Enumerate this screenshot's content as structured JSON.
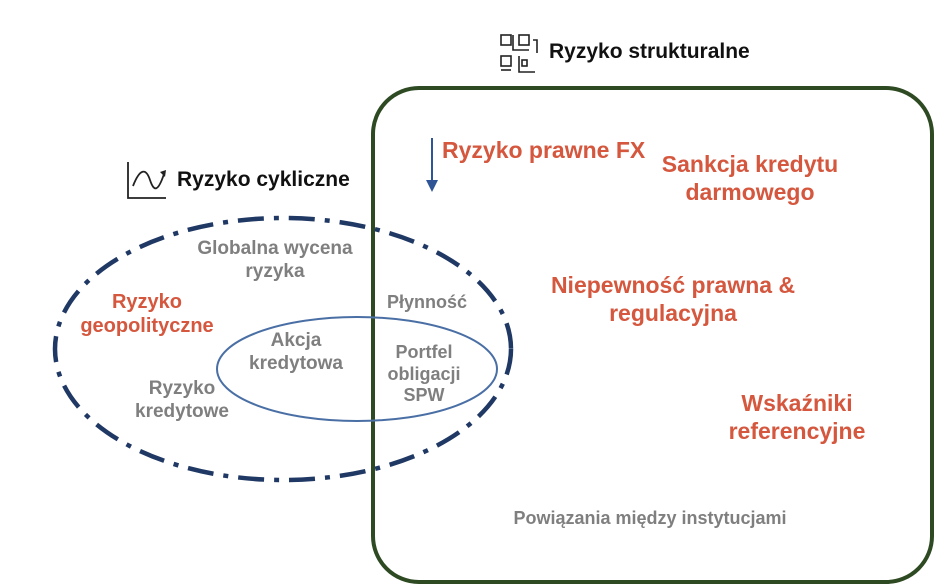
{
  "structural": {
    "title": "Ryzyko strukturalne",
    "icon": "qr-code-icon",
    "items": {
      "legal_fx": "Ryzyko prawne FX",
      "free_credit": "Sankcja kredytu darmowego",
      "legal_uncertainty": "Niepewność prawna & regulacyjna",
      "benchmarks": "Wskaźniki referencyjne",
      "interconnections": "Powiązania między instytucjami"
    }
  },
  "cyclical": {
    "title": "Ryzyko cykliczne",
    "icon": "cycle-chart-icon",
    "items": {
      "global_pricing": "Globalna wycena ryzyka",
      "geopolitical": "Ryzyko geopolityczne",
      "credit": "Ryzyko kredytowe"
    }
  },
  "overlap": {
    "liquidity": "Płynność",
    "credit_action": "Akcja kredytowa",
    "bond_portfolio": "Portfel obligacji SPW"
  },
  "colors": {
    "accent_red": "#d4573e",
    "gray_text": "#7f7f7f",
    "structural_border": "#2e4a23",
    "cyclical_border": "#1f3864",
    "inner_ellipse": "#4a6fa5",
    "trend_arrow": "#2f5597"
  },
  "indicators": {
    "legal_fx_trend": "down-arrow-icon"
  }
}
